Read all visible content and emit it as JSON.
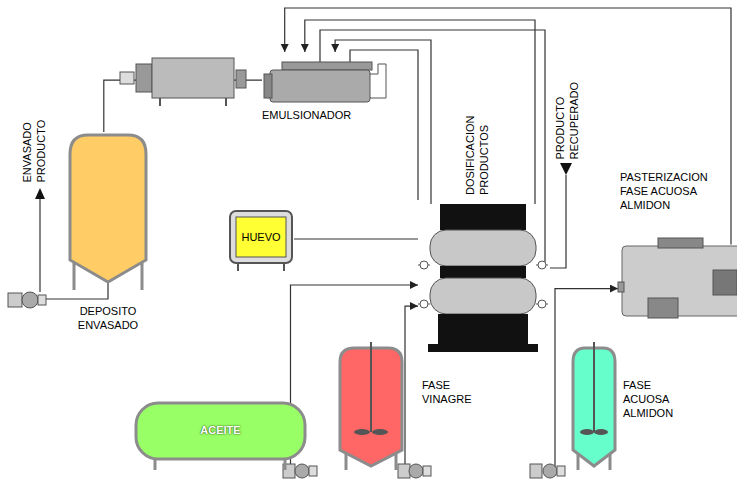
{
  "diagram": {
    "nodes": [
      {
        "text": [
          "DEPOSITO ENVASADO"
        ]
      },
      {
        "text": [
          "EMULSIONADOR"
        ]
      },
      {
        "text": [
          "HUEVO"
        ]
      },
      {
        "text": [
          "DOSIFICACION PRODUCTOS"
        ]
      },
      {
        "text": [
          "PASTERIZACION FASE ACUOSA ALMIDON"
        ]
      },
      {
        "text": [
          "ACEITE"
        ]
      },
      {
        "text": [
          "FASE VINAGRE"
        ]
      },
      {
        "text": [
          "FASE ACUOSA ALMIDON"
        ]
      }
    ],
    "edges": [
      {
        "from": 1,
        "to": 0,
        "arrow": "none"
      },
      {
        "from": 3,
        "to": 1,
        "arrow": "to"
      },
      {
        "from": 3,
        "to": 1,
        "arrow": "to"
      },
      {
        "from": 4,
        "to": 1,
        "arrow": "to"
      },
      {
        "from": 2,
        "to": 3,
        "arrow": "none"
      },
      {
        "from": 5,
        "to": 3,
        "arrow": "to"
      },
      {
        "from": 6,
        "to": 3,
        "arrow": "to"
      },
      {
        "from": 7,
        "to": 4,
        "arrow": "to"
      }
    ],
    "labels": [
      "ENVASADO PRODUCTO",
      "PRODUCTO RECUPERADO"
    ]
  }
}
